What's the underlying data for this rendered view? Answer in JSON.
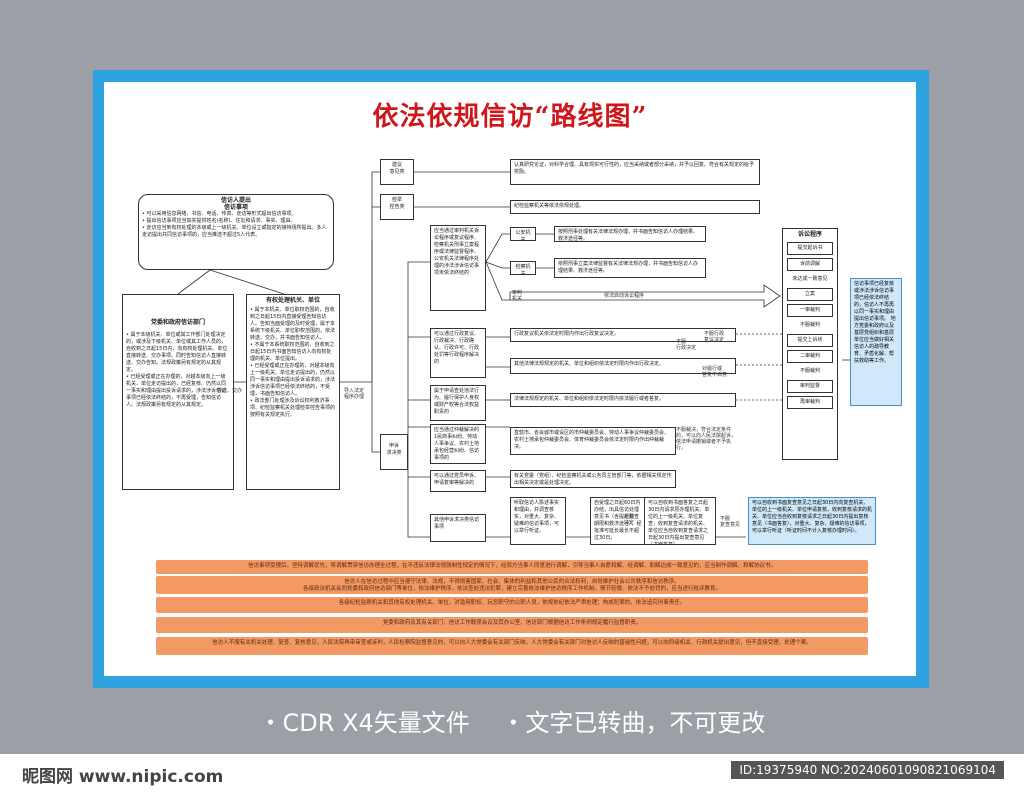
{
  "title": "依法依规信访“路线图”",
  "intro": {
    "heading": "信访人提出\n信访事项",
    "items": [
      "• 可以采用信息网络、书信、电话、传真、走访等形式提出信访事项。",
      "• 提出信访事项应当如实提供姓名(名称)、住址和请求、事实、理由。",
      "• 走访应当到有权处理的本级或上一级机关、单位设立或指定的接待场所提出。多人走访提出共同信访事项的，应当推选不超过5人代表。"
    ]
  },
  "left_col": {
    "heading": "党委和政府信访部门",
    "text": "• 属于本级机关、单位或其工作部门处理决定的，或涉及下级机关、单位或其工作人员的，自收到之日起15日内，向有权处理机关、单位直接转送、交办事项。同时告知信访人直接转送、交办告知。法规政策另有规定的从其规定。\n• 已经受理或正在办理的，对越本级向上一级机关、单位走访提出的，已经复核、仍然以同一事实和理由提出投诉请求的，涉法涉诉信访事项已经依法终结的，不再受理，告知信访人。法规政策另有规定的从其规定。"
  },
  "mid_col": {
    "heading": "有权处理机关、单位",
    "text": "• 属于本机关、单位职权范围的，自收到之日起15日内直接受理告知信访人。告知当面受理的及时受理，属于本系统下级机关、单位职权范围的，依法转送、交办，并书面告知信访人。\n• 不属于本系统职权范围的，自收到之日起15日内书面告知信访人向有权处理的机关、单位提出。\n• 已经受理或正在办理的，对越本级向上一级机关、单位走访提出的，仍然以同一事实和理由提出投诉请求的，涉法涉诉信访事项已经依法终结的，不受理，书面告知信访人。\n• 政法部门处理涉及诉讼权利救济事项、纪检监察机关处理检举控告事项的按照有关规定执行。"
  },
  "labels": {
    "transfer": "转送、交办",
    "guide": "导入法定\n程序办理",
    "complaint": "申诉\n求决类"
  },
  "suggest": {
    "label": "建议\n意见类",
    "text": "认真研究论证，对科学合理、具有现实可行性的，应当采纳或者部分采纳，并予以回复。符合有关规定的给予奖励。"
  },
  "report": {
    "label": "检举\n控告类",
    "text": "纪检监察机关等依法依规处理。"
  },
  "branches": [
    {
      "left": "应当通过审判机关诉讼程序或复议程序、检察机关刑事立案程序或法律监督程序、公安机关法律程序处理的涉法涉诉信访事项未依法终结的"
    },
    {
      "left": "可以通过行政复议、行政裁决、行政确认、行政许可、行政处罚等行政程序解决的",
      "right": "行政复议机关依法定时限内作出行政复议决定。"
    },
    {
      "left": "",
      "right": "其他法律法规规定的机关、单位和组织依法定时限内作出行政决定。"
    },
    {
      "left": "属于申请查处违法行为、履行保护人身权或财产权等合法权益职责的",
      "right": "法律法规规定的机关、单位和组织依法定时限内依法履行或者答复。"
    },
    {
      "left": "应当通过仲裁解决的1民商事纠纷、劳动人事争议、农村土地承包经营纠纷、信访事项的",
      "right": "直辖市、省会城市或设区的市仲裁委员会、劳动人事争议仲裁委员会、农村土地承包仲裁委员会、体育仲裁委员会依法定时限内作出仲裁裁决。"
    },
    {
      "left": "可以通过党员申诉、申请复审等解决的",
      "right": "有关党委（党组）、纪检监察机关或公务员主管部门等，依据相关规定作出相关决定或是处理决定。"
    },
    {
      "left": "其他申诉求决类信访事项"
    }
  ],
  "police": {
    "label": "公安机关",
    "text": "按照刑事处理有关法律法规办理，并书面告知信访人办理结果、救济途径等。"
  },
  "procur": {
    "label": "检察机关",
    "text": "依照刑事立案法律监督有关法律法规办理，并书面告知信访人办理结果、救济途径等。"
  },
  "court": {
    "label": "审判\n机关",
    "text": "依法启动诉讼程序"
  },
  "process_steps": [
    {
      "col": 1,
      "texts": [
        "听取信访人陈述事实和理由，并调查核实，对重大、复杂、疑难的信访事项，可以举行听证。"
      ]
    },
    {
      "col": 2,
      "texts": [
        "自受理之日起60日内办结，出具信访处理意见书（含提起复查期限和救济途径），经批准可延长最长不超过30日。"
      ]
    },
    {
      "col": 3,
      "texts": [
        "可以自收到书面答复之日起30日内请求原办理机关、单位的上一级机关、单位复查，收到复查请求的机关、单位应当自收到复查请求之日起30日内提出复查意见（书面答复）。"
      ]
    },
    {
      "col": 4,
      "texts": [
        "可以自收到书面复查意见之日起30日内向复查机关、单位的上一级机关、单位申请复核，收到复核请求的机关、单位应当自收到复核请求之日起30日内提出复核意见（书面答复），对重大、复杂、疑难的信访事项，可以举行听证（听证时间不计入复核办理时间）。"
      ]
    }
  ],
  "not_satisfied": [
    "不服\n决定",
    "不服\n复查意见"
  ],
  "side_notes": [
    "不服行政\n复议决定",
    "不服\n行政决定",
    "对履行或\n答复不满意",
    "不服裁决，符合法定条件的，可以向人民法院起诉，依法申请撤销或者不予执行。"
  ],
  "litigation": {
    "heading": "诉讼程序",
    "steps": [
      "提交起诉书",
      "诉前调解",
      "未达成一致意见",
      "立案",
      "一审裁判",
      "不服裁判",
      "提交上诉状",
      "二审裁判",
      "不服裁判",
      "审判监督",
      "再审裁判"
    ]
  },
  "final_blue": "信访事项已经复核或涉法涉诉信访事项已经依法终结的，信访人不再再以同一事实和理由提出信访事项。\n\n地方党委和政府以及基层党组织和基层单位应当做好相关信访人的疏导教育、矛盾化解、帮扶救助等工作。",
  "rules": [
    "信访事项受理后，坚持调解优先，将调解贯穿信访办理全过程，在不违反法律法规强制性规定的情况下，经双方当事人同意进行调解，引导当事人自愿和解、经调解、和解达成一致意见的，应当制作调解、和解协议书。",
    "信访人在信访过程中应当遵守法律、法规，不得损害国家、社会、集体的利益和其他公民的合法权利，自觉维护社会公共秩序和信访秩序。\n各级政法机关会同党委和政府信访部门等单位，依法维护秩序，依法查处违法犯罪，建立完善依法维护信访秩序工作机制。情节轻微、依法不予处罚的，应当进行批评教育。",
    "各级纪检监察机关和其他有权处理机关、单位，对滥用职权、玩忽职守的公职人员，依规依纪依法严肃处理；构成犯罪的，依法追究刑事责任。",
    "党委和政府及其有关部门、信访工作联席会议及其办公室、信访部门根据信访工作条例规定履行监督职责。",
    "信访人不服有关机关处理、复查、复核意见，人民法院再审审查或诉判，人民检察院监督意见的，可以向人大常委会有关部门反映，人大常委会有关部门对信访人反映的普遍性问题，可以向同级机关、行政机关提出意见，但不直接受理，处理个案。"
  ],
  "bottom": "・CDR X4矢量文件　 ・文字已转曲，不可更改",
  "watermark_left": "昵图网 www.nipic.com",
  "watermark_right": "ID:19375940 NO:20240601090821069104"
}
